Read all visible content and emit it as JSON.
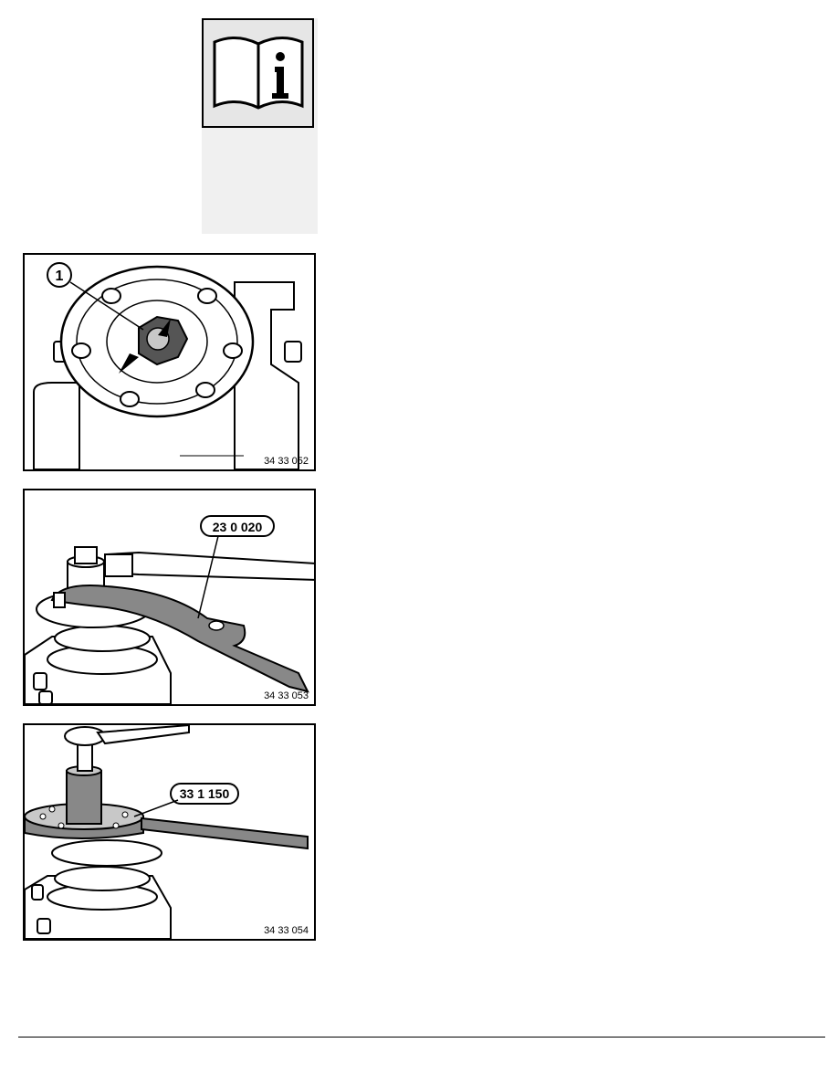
{
  "info": {
    "icon": "manual-info-icon"
  },
  "figures": [
    {
      "code": "34 33 052",
      "callout": "1"
    },
    {
      "code": "34 33 053",
      "callout": "23 0 020"
    },
    {
      "code": "34 33 054",
      "callout": "33 1 150"
    }
  ],
  "colors": {
    "line": "#000000",
    "panel": "#f0f0f0",
    "icon_bg": "#e6e6e6",
    "part_fill": "#c8c8c8",
    "dark_fill": "#555555"
  }
}
